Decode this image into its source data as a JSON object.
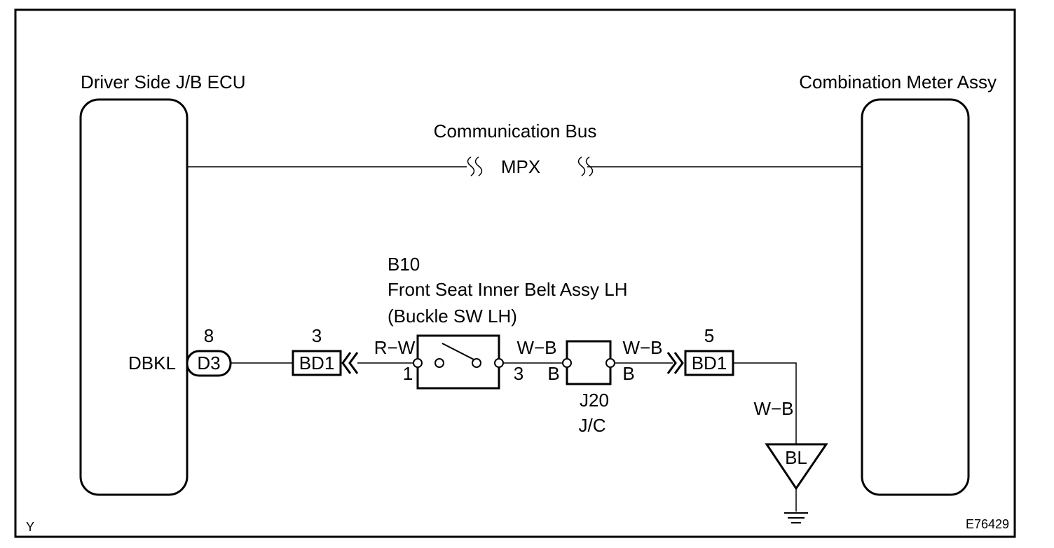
{
  "ecu_left": {
    "title": "Driver Side J/B ECU",
    "terminal_name": "DBKL",
    "pin": "8",
    "connector": "D3"
  },
  "ecu_right": {
    "title": "Combination Meter Assy"
  },
  "bus": {
    "title": "Communication Bus",
    "name": "MPX"
  },
  "switch_part": {
    "code": "B10",
    "name": "Front Seat Inner Belt Assy LH",
    "sub": "(Buckle SW LH)",
    "pin_in": "1",
    "pin_out": "3"
  },
  "connector_left": {
    "pin": "3",
    "name": "BD1"
  },
  "connector_right": {
    "pin": "5",
    "name": "BD1"
  },
  "junction": {
    "code": "J20",
    "type": "J/C",
    "pin_left": "B",
    "pin_right": "B"
  },
  "wires": {
    "w1": "R−W",
    "w2": "W−B",
    "w3": "W−B",
    "w4": "W−B"
  },
  "ground": {
    "name": "BL"
  },
  "corner_left": "Y",
  "figure_id": "E76429"
}
